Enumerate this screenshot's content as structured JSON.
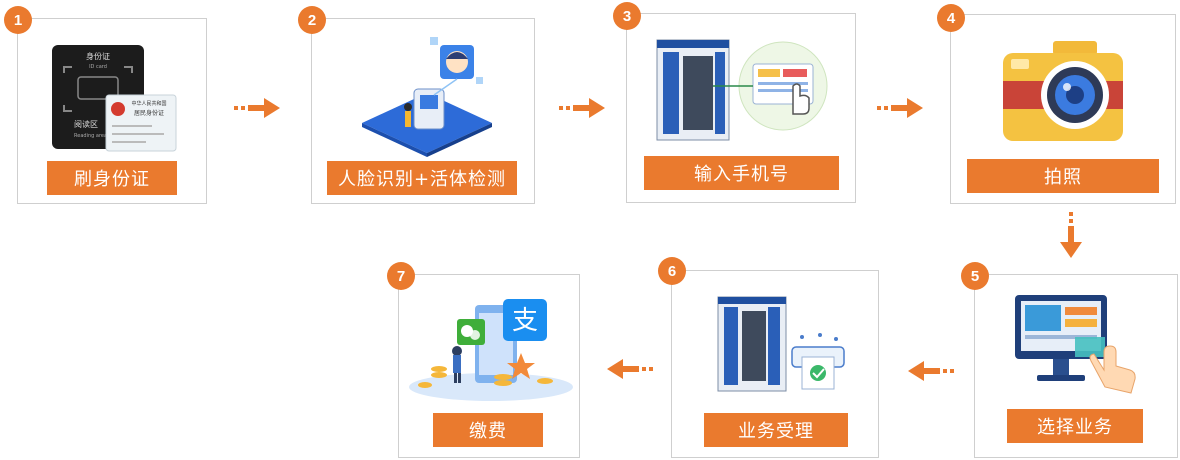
{
  "steps": [
    {
      "num": "1",
      "label": "刷身份证",
      "icon": "id-card-reader-icon"
    },
    {
      "num": "2",
      "label": "人脸识别+活体检测",
      "icon": "face-recognition-icon"
    },
    {
      "num": "3",
      "label": "输入手机号",
      "icon": "phone-input-kiosk-icon"
    },
    {
      "num": "4",
      "label": "拍照",
      "icon": "camera-icon"
    },
    {
      "num": "5",
      "label": "选择业务",
      "icon": "select-service-monitor-icon"
    },
    {
      "num": "6",
      "label": "业务受理",
      "icon": "service-kiosk-printer-icon"
    },
    {
      "num": "7",
      "label": "缴费",
      "icon": "mobile-payment-icon"
    }
  ],
  "id_card": {
    "reader_title": "身份证",
    "reader_subtitle": "ID card",
    "reader_zone": "阅读区",
    "reader_zone_en": "Reading area",
    "card_header": "中华人民共和国",
    "card_title": "居民身份证"
  },
  "colors": {
    "accent": "#ea7a2e",
    "border": "#cfcfcf",
    "arrow": "#ea7a2e"
  }
}
